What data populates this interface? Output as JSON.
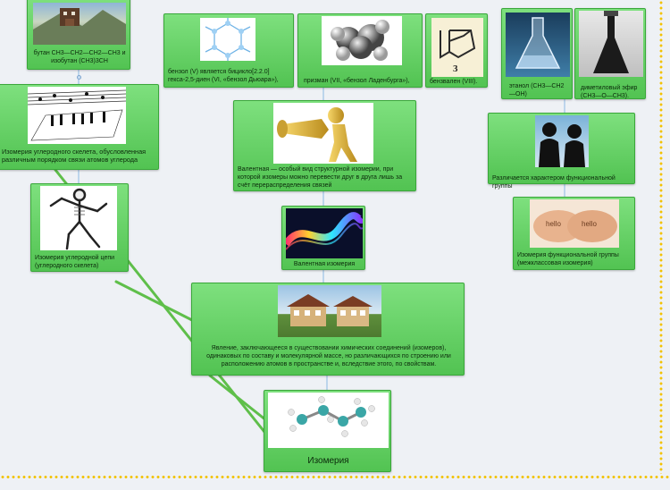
{
  "nodes": {
    "butan": "бутан CH3—CH2—CH2—CH3 и изобутан (CH3)3CH",
    "benzol": "бензол (V) является бицикло[2.2.0] гекса-2,5-диен (VI, «бензол Дьюара»),",
    "prisman": "призман (VII, «бензол Ладенбурга»),",
    "benzvalen": "бензвален (VIII).",
    "ethanol": "этанол (CH3—CH2—OH)",
    "ether": "диметиловый эфир (CH3—O—CH3).",
    "skeleton_desc": "Изомерия углеродного скелета, обусловленная различным порядком связи атомов углерода",
    "valence_desc": "Валентная — особый вид структурной изомерии, при которой изомеры можно перевести друг в друга лишь за счёт перераспределения связей",
    "functional_desc": "Различается характером функциональной группы",
    "carbon_chain": "Изомерия углеродной цепи (углеродного скелета)",
    "valence": "Валентная изомерия",
    "functional": "Изомерия функциональной группы (межклассовая изомерия)",
    "definition": "Явление, заключающееся в существовании химических соединений (изомеров), одинаковых по составу и молекулярной массе, но различающихся по строению или расположению атомов в пространстве и, вследствие этого, по свойствам.",
    "root": "Изомерия"
  },
  "images": {
    "prisman_digit": "3",
    "hand_left": "hello",
    "hand_right": "hello"
  },
  "colors": {
    "node_fill": "#5ccc5c",
    "node_border": "#3aa73a",
    "link": "#5fbf4a",
    "dots": "#f2c200"
  }
}
